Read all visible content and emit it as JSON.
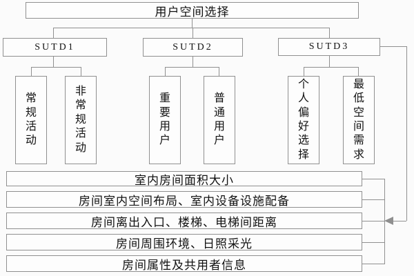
{
  "diagram": {
    "root": {
      "label": "用户空间选择"
    },
    "branches": [
      {
        "label": "SUTD1",
        "children": [
          {
            "label": "常规活动"
          },
          {
            "label": "非常规活动"
          }
        ]
      },
      {
        "label": "SUTD2",
        "children": [
          {
            "label": "重要用户"
          },
          {
            "label": "普通用户"
          }
        ]
      },
      {
        "label": "SUTD3",
        "children": [
          {
            "label": "个人偏好选择"
          },
          {
            "label": "最低空间需求"
          }
        ]
      }
    ],
    "criteria": [
      "室内房间面积大小",
      "房间室内空间布局、室内设备设施配备",
      "房间离出入口、楼梯、电梯间距离",
      "房间周围环境、日照采光",
      "房间属性及共用者信息"
    ],
    "colors": {
      "line": "#8f8f8f",
      "text": "#111111",
      "background": "#fbfbfb"
    }
  }
}
